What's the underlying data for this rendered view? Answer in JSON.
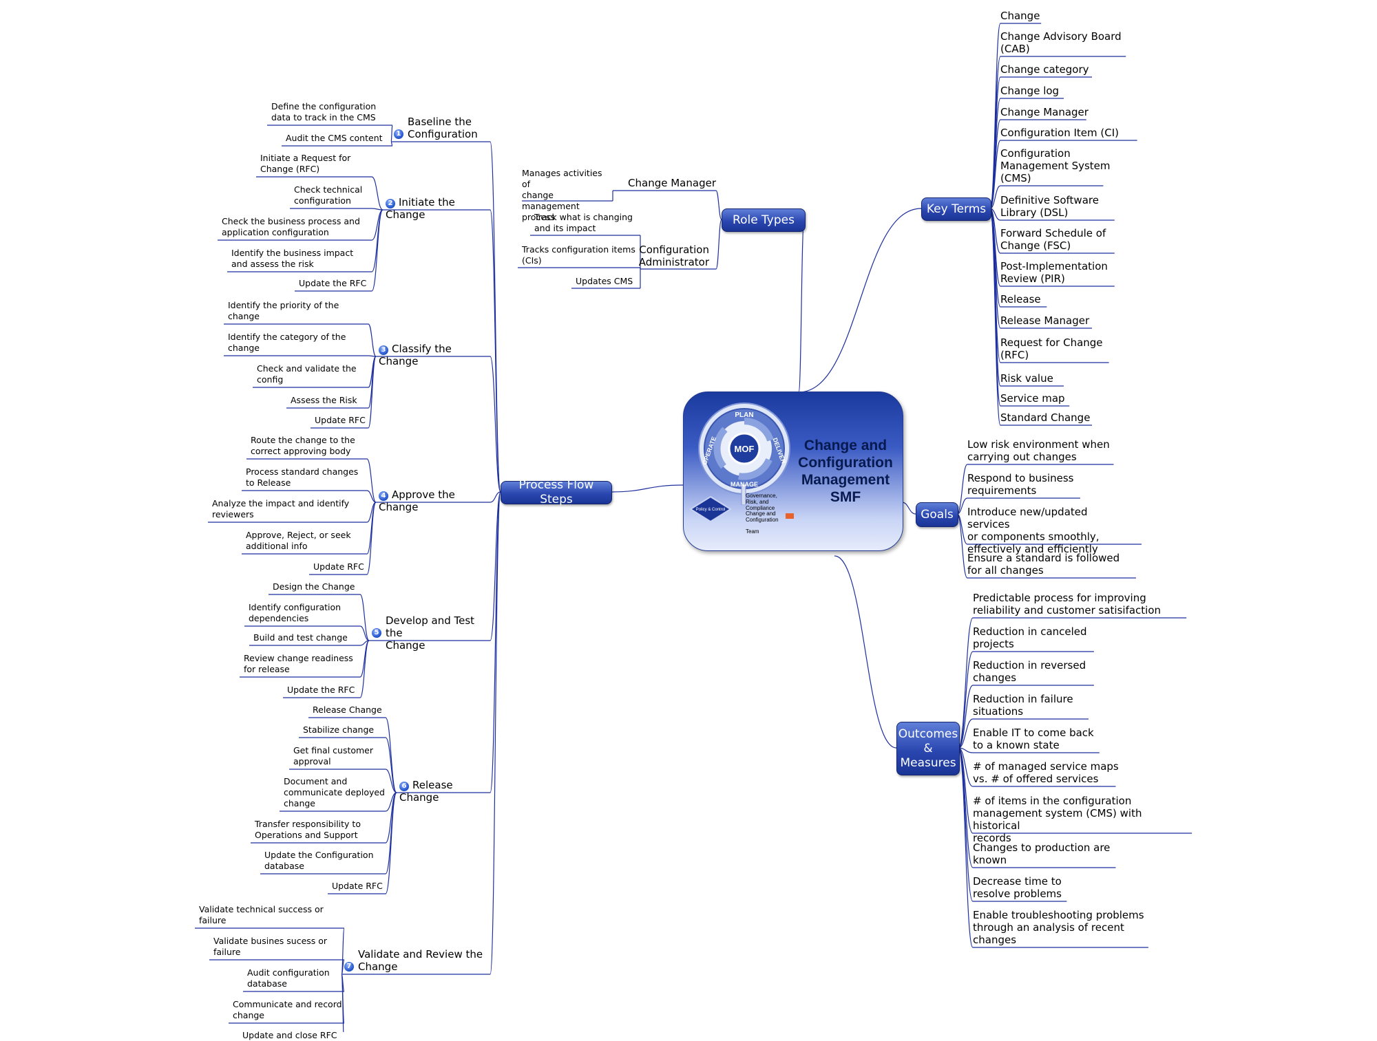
{
  "center": {
    "title": "Change and Configuration Management SMF",
    "logo": {
      "core": "MOF",
      "ring": [
        "PLAN",
        "DELIVER",
        "MANAGE",
        "OPERATE"
      ],
      "policy": "Policy & Control",
      "layers": [
        "Governance, Risk, and Compliance",
        "Change and Configuration",
        "Team"
      ]
    }
  },
  "branches": {
    "role_types": "Role Types",
    "key_terms": "Key Terms",
    "goals": "Goals",
    "outcomes": "Outcomes\n&\nMeasures",
    "process": "Process Flow Steps"
  },
  "roles": [
    {
      "label": "Change Manager",
      "items": [
        "Manages activities of\nchange management\nprocess"
      ]
    },
    {
      "label": "Configuration\nAdministrator",
      "items": [
        "Track what is changing\nand its impact",
        "Tracks configuration items\n(CIs)",
        "Updates CMS"
      ]
    }
  ],
  "key_terms": [
    "Change",
    "Change Advisory Board\n(CAB)",
    "Change category",
    "Change log",
    "Change Manager",
    "Configuration Item (CI)",
    "Configuration\nManagement System\n(CMS)",
    "Definitive Software\nLibrary (DSL)",
    "Forward Schedule of\nChange (FSC)",
    "Post-Implementation\nReview (PIR)",
    "Release",
    "Release Manager",
    "Request for Change\n(RFC)",
    "Risk value",
    "Service map",
    "Standard Change"
  ],
  "goals": [
    "Low risk environment when\ncarrying out changes",
    "Respond to business\nrequirements",
    "Introduce new/updated services\nor components smoothly,\neffectively and efficiently",
    "Ensure a standard is followed\nfor all changes"
  ],
  "outcomes": [
    "Predictable process for improving\nreliability and customer satisifaction",
    "Reduction in canceled\nprojects",
    "Reduction in reversed\nchanges",
    "Reduction in failure\nsituations",
    "Enable IT to come back\nto a known state",
    "# of managed service maps\nvs. # of offered services",
    "# of items in the configuration\nmanagement system (CMS) with historical\nrecords",
    "Changes to production are\nknown",
    "Decrease time to\nresolve problems",
    "Enable troubleshooting problems\nthrough an analysis of recent\nchanges"
  ],
  "steps": [
    {
      "num": "1",
      "label": "Baseline the\nConfiguration",
      "items": [
        "Define the configuration\ndata to track in the CMS",
        "Audit the CMS content"
      ]
    },
    {
      "num": "2",
      "label": "Initiate the Change",
      "items": [
        "Initiate a Request for\nChange (RFC)",
        "Check technical\nconfiguration",
        "Check the business process and\napplication configuration",
        "Identify the business impact\nand assess the risk",
        "Update the RFC"
      ]
    },
    {
      "num": "3",
      "label": "Classify the Change",
      "items": [
        "Identify the priority of the\nchange",
        "Identify the category of the\nchange",
        "Check and validate the\nconfig",
        "Assess the Risk",
        "Update RFC"
      ]
    },
    {
      "num": "4",
      "label": "Approve the Change",
      "items": [
        "Route the change to the\ncorrect approving body",
        "Process standard changes\nto Release",
        "Analyze the impact and identify\nreviewers",
        "Approve, Reject, or seek\nadditional info",
        "Update RFC"
      ]
    },
    {
      "num": "5",
      "label": "Develop and Test the\nChange",
      "items": [
        "Design the Change",
        "Identify configuration\ndependencies",
        "Build and test change",
        "Review change readiness\nfor release",
        "Update the RFC"
      ]
    },
    {
      "num": "6",
      "label": "Release Change",
      "items": [
        "Release Change",
        "Stabilize change",
        "Get final customer\napproval",
        "Document and\ncommunicate deployed\nchange",
        "Transfer responsibility to\nOperations and Support",
        "Update the Configuration\ndatabase",
        "Update RFC"
      ]
    },
    {
      "num": "7",
      "label": "Validate and Review the\nChange",
      "items": [
        "Validate technical success or\nfailure",
        "Validate busines sucess or\nfailure",
        "Audit configuration\ndatabase",
        "Communicate and record\nchange",
        "Update and close RFC"
      ]
    }
  ],
  "colors": {
    "line": "#1d2f9e",
    "node": "#2a47b0"
  }
}
